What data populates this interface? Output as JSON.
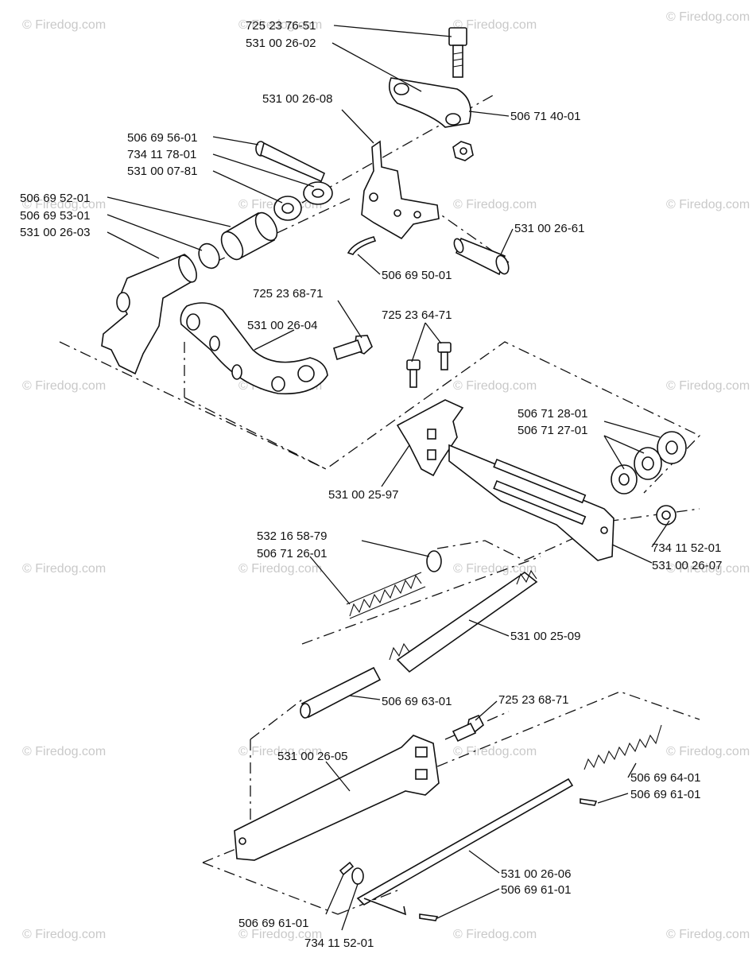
{
  "watermark": "© Firedog.com",
  "labels": {
    "l_725_23_76_51": "725 23 76-51",
    "l_531_00_26_02": "531 00 26-02",
    "l_506_71_40_01": "506 71 40-01",
    "l_531_00_26_08": "531 00 26-08",
    "l_506_69_56_01": "506 69 56-01",
    "l_734_11_78_01": "734 11 78-01",
    "l_531_00_07_81": "531 00 07-81",
    "l_506_69_52_01": "506 69 52-01",
    "l_506_69_53_01": "506 69 53-01",
    "l_531_00_26_03": "531 00 26-03",
    "l_531_00_26_61": "531 00 26-61",
    "l_506_69_50_01": "506 69 50-01",
    "l_725_23_68_71_a": "725 23 68-71",
    "l_531_00_26_04": "531 00 26-04",
    "l_725_23_64_71": "725 23 64-71",
    "l_506_71_28_01": "506 71 28-01",
    "l_506_71_27_01": "506 71 27-01",
    "l_531_00_25_97": "531 00 25-97",
    "l_532_16_58_79": "532 16 58-79",
    "l_506_71_26_01": "506 71 26-01",
    "l_734_11_52_01_a": "734 11 52-01",
    "l_531_00_26_07": "531 00 26-07",
    "l_531_00_25_09": "531 00 25-09",
    "l_506_69_63_01": "506 69 63-01",
    "l_725_23_68_71_b": "725 23 68-71",
    "l_531_00_26_05": "531 00 26-05",
    "l_506_69_64_01": "506 69 64-01",
    "l_506_69_61_01_a": "506 69 61-01",
    "l_531_00_26_06": "531 00 26-06",
    "l_506_69_61_01_b": "506 69 61-01",
    "l_506_69_61_01_c": "506 69 61-01",
    "l_734_11_52_01_b": "734 11 52-01"
  }
}
